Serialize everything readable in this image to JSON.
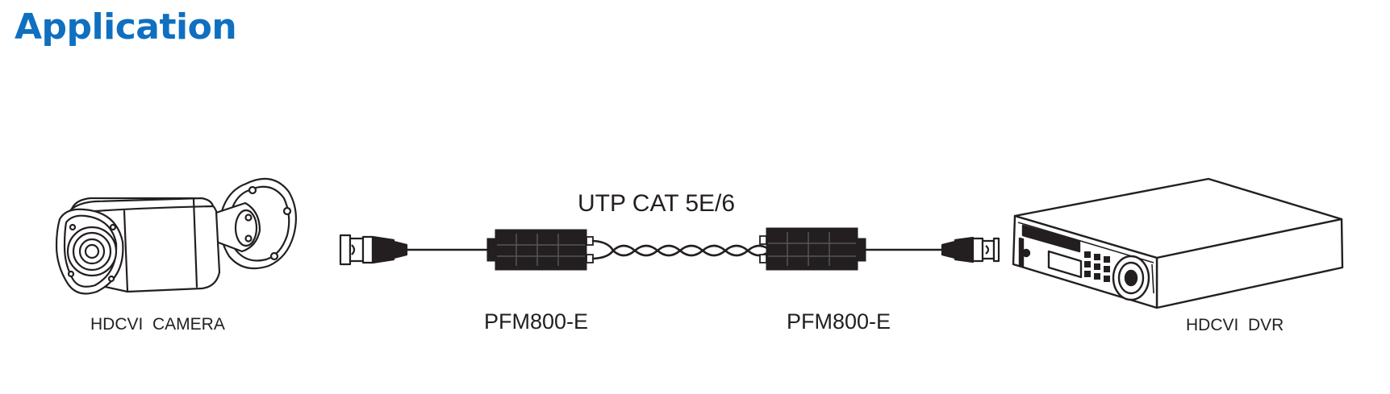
{
  "heading": {
    "text": "Application",
    "color": "#0f6fc0"
  },
  "line_color": "#231f20",
  "diagram": {
    "camera_label": "HDCVI  CAMERA",
    "cable_label": "UTP CAT 5E/6",
    "balun_left_label": "PFM800-E",
    "balun_right_label": "PFM800-E",
    "dvr_label": "HDCVI  DVR"
  }
}
